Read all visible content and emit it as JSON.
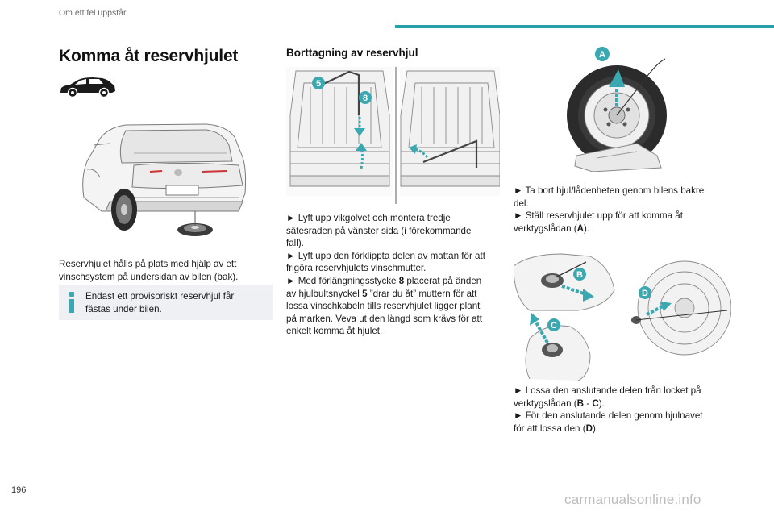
{
  "header": {
    "section": "Om ett fel uppstår"
  },
  "page_number": "196",
  "watermark": "carmanualsonline.info",
  "left": {
    "title": "Komma åt reservhjulet",
    "body": [
      "Reservhjulet hålls på plats med hjälp av ett",
      "vinschsystem på undersidan av bilen (bak)."
    ],
    "note": [
      "Endast ett provisoriskt reservhjul får",
      "fästas under bilen."
    ]
  },
  "middle": {
    "title": "Borttagning av reservhjul",
    "callouts": {
      "five": "5",
      "eight": "8"
    },
    "lines": [
      {
        "pre": "►  Lyft upp vikgolvet och montera tredje"
      },
      {
        "pre": "sätesraden på vänster sida (i förekommande"
      },
      {
        "pre": "fall)."
      },
      {
        "pre": "►  Lyft upp den förklippta delen av mattan för att"
      },
      {
        "pre": "frigöra reservhjulets vinschmutter."
      },
      {
        "pre": "►  Med förlängningsstycke ",
        "bold": "8",
        "post": " placerat på änden"
      },
      {
        "pre": "av hjulbultsnyckel ",
        "bold": "5",
        "post": " ”drar du åt” muttern för att"
      },
      {
        "pre": "lossa vinschkabeln tills reservhjulet ligger plant"
      },
      {
        "pre": "på marken. Veva ut den längd som krävs för att"
      },
      {
        "pre": "enkelt komma åt hjulet."
      }
    ]
  },
  "right": {
    "callouts": {
      "a": "A",
      "b": "B",
      "c": "C",
      "d": "D"
    },
    "block1": [
      {
        "pre": "►  Ta bort hjul/lådenheten genom bilens bakre"
      },
      {
        "pre": "del."
      },
      {
        "pre": "►  Ställ reservhjulet upp för att komma åt"
      },
      {
        "pre": "verktygslådan (",
        "bold": "A",
        "post": ")."
      }
    ],
    "block2": [
      {
        "pre": "►  Lossa den anslutande delen från locket på"
      },
      {
        "pre": "verktygslådan (",
        "bold": "B",
        "mid": " - ",
        "bold2": "C",
        "post": ")."
      },
      {
        "pre": "►  För den anslutande delen genom hjulnavet"
      },
      {
        "pre": "för att lossa den (",
        "bold": "D",
        "post": ")."
      }
    ]
  },
  "colors": {
    "accent": "#2aa0a9",
    "callout": "#3aa8b0",
    "note_bg": "#eef0f3"
  },
  "icons": [
    "car-silhouette-icon",
    "info-icon"
  ]
}
